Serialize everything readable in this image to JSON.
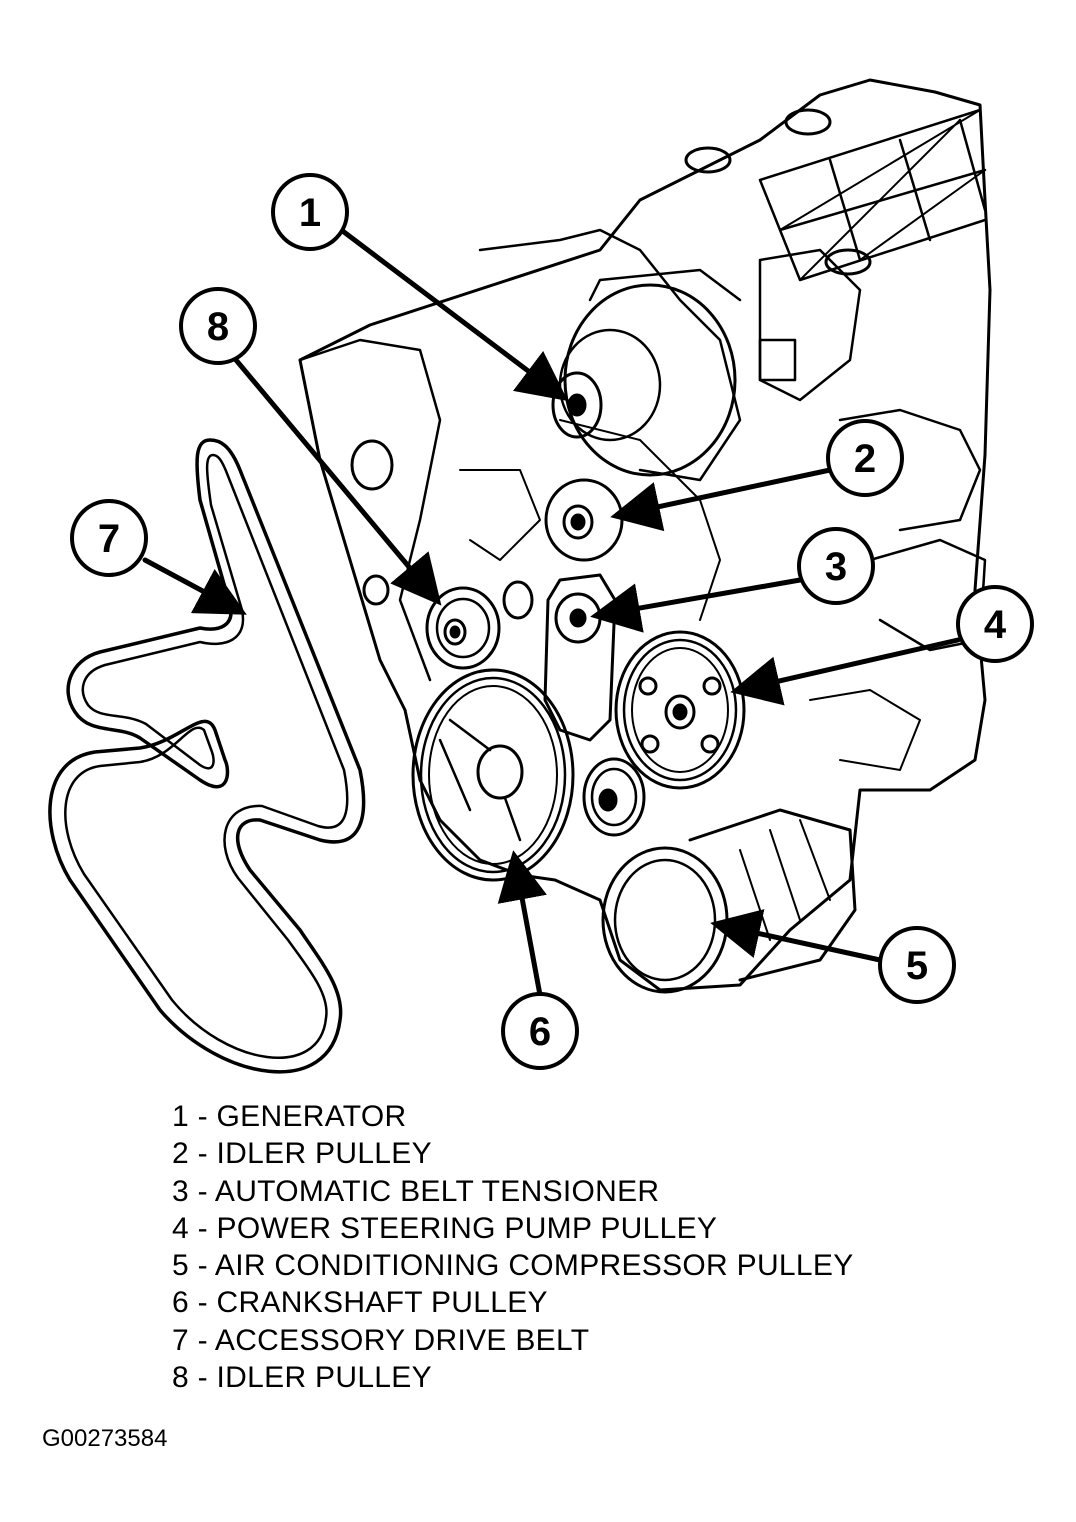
{
  "callouts": [
    {
      "number": "1"
    },
    {
      "number": "2"
    },
    {
      "number": "3"
    },
    {
      "number": "4"
    },
    {
      "number": "5"
    },
    {
      "number": "6"
    },
    {
      "number": "7"
    },
    {
      "number": "8"
    }
  ],
  "legend": [
    {
      "text": "1 - GENERATOR"
    },
    {
      "text": "2 - IDLER PULLEY"
    },
    {
      "text": "3 - AUTOMATIC BELT TENSIONER"
    },
    {
      "text": "4 - POWER STEERING PUMP PULLEY"
    },
    {
      "text": "5 - AIR CONDITIONING COMPRESSOR PULLEY"
    },
    {
      "text": "6 - CRANKSHAFT PULLEY"
    },
    {
      "text": "7 - ACCESSORY DRIVE BELT"
    },
    {
      "text": "8 - IDLER PULLEY"
    }
  ],
  "figure_id": "G00273584",
  "colors": {
    "ink": "#000000",
    "paper": "#ffffff"
  }
}
